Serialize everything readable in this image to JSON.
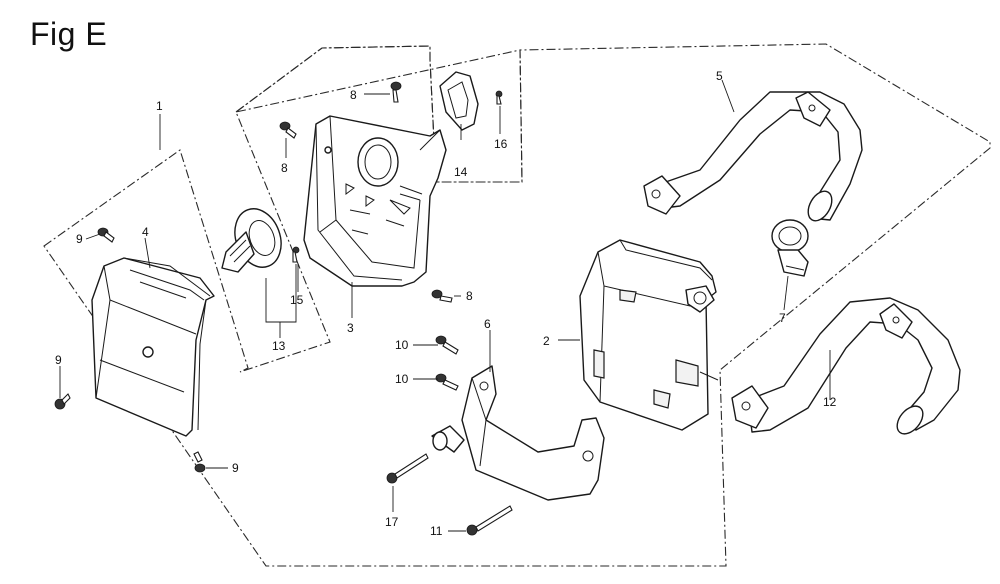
{
  "figure": {
    "title": "Fig E"
  },
  "callouts": {
    "c1": "1",
    "c2": "2",
    "c3": "3",
    "c4": "4",
    "c5": "5",
    "c6": "6",
    "c7": "7",
    "c8a": "8",
    "c8b": "8",
    "c8c": "8",
    "c9a": "9",
    "c9b": "9",
    "c9c": "9",
    "c10a": "10",
    "c10b": "10",
    "c11": "11",
    "c12": "12",
    "c13": "13",
    "c14": "14",
    "c15": "15",
    "c16": "16",
    "c17": "17"
  }
}
